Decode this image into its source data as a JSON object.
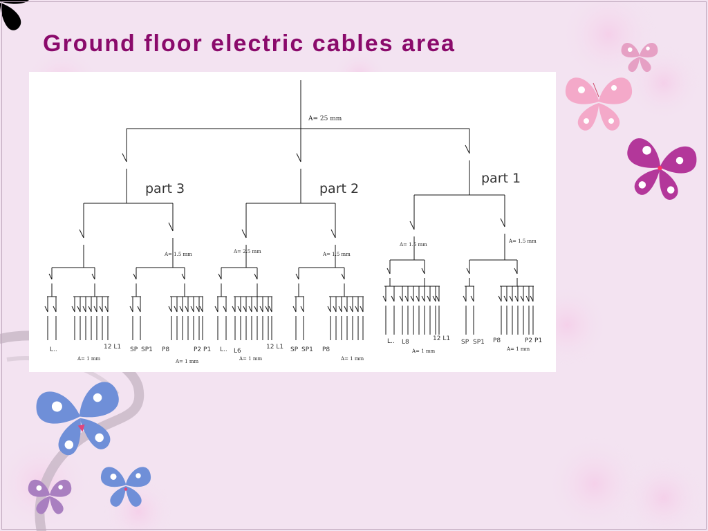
{
  "slide": {
    "title": "Ground floor electric cables area"
  },
  "diagram": {
    "main_cable": "A= 25 mm",
    "parts": [
      {
        "label": "part 3",
        "branch_cables": [
          "A= 1.5 mm"
        ],
        "bottom_labels": [
          "L..",
          "12 L1",
          "SP",
          "SP1",
          "P8",
          "P2 P1"
        ],
        "group_cables": [
          "A= 1 mm",
          "A= 1 mm"
        ]
      },
      {
        "label": "part 2",
        "branch_cables": [
          "A= 2.5 mm",
          "A= 1.5 mm"
        ],
        "bottom_labels": [
          "L..",
          "L6",
          "12 L1",
          "SP",
          "SP1",
          "P8"
        ],
        "group_cables": [
          "A= 1 mm",
          "A= 1 mm"
        ]
      },
      {
        "label": "part 1",
        "branch_cables": [
          "A= 1.5 mm",
          "A= 1.5 mm"
        ],
        "bottom_labels": [
          "L..",
          "L8",
          "12 L1",
          "SP",
          "SP1",
          "P8",
          "P2 P1"
        ],
        "group_cables": [
          "A= 1 mm",
          "A= 1 mm"
        ]
      }
    ]
  },
  "decor": {
    "colors": {
      "background": "#f3e3f1",
      "title": "#8a0a6b",
      "butterfly_pink": "#f4a9c9",
      "butterfly_magenta": "#b3379a",
      "butterfly_blue": "#6f8fd8"
    },
    "icons": [
      "butterfly-icon",
      "butterfly-icon",
      "butterfly-icon",
      "butterfly-icon",
      "butterfly-icon",
      "butterfly-icon"
    ]
  }
}
